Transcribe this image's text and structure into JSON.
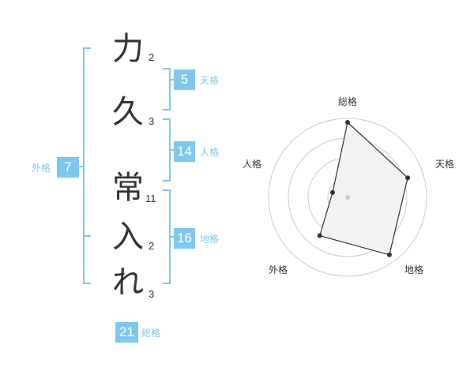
{
  "name_chars": [
    {
      "char": "力",
      "strokes": "2"
    },
    {
      "char": "久",
      "strokes": "3"
    },
    {
      "char": "常",
      "strokes": "11"
    },
    {
      "char": "入",
      "strokes": "2"
    },
    {
      "char": "れ",
      "strokes": "3"
    }
  ],
  "kakusu": {
    "tenkaku": {
      "value": "5",
      "label": "天格"
    },
    "jinkaku": {
      "value": "14",
      "label": "人格"
    },
    "chikaku": {
      "value": "16",
      "label": "地格"
    },
    "gaikaku": {
      "value": "7",
      "label": "外格"
    },
    "soukaku": {
      "value": "21",
      "label": "総格"
    }
  },
  "colors": {
    "accent": "#7ec8ee",
    "text": "#333333"
  },
  "chart_data": {
    "type": "radar",
    "axes": [
      "総格",
      "天格",
      "地格",
      "外格",
      "人格"
    ],
    "values": [
      0.95,
      0.8,
      0.9,
      0.6,
      0.2
    ],
    "rings": 4
  }
}
